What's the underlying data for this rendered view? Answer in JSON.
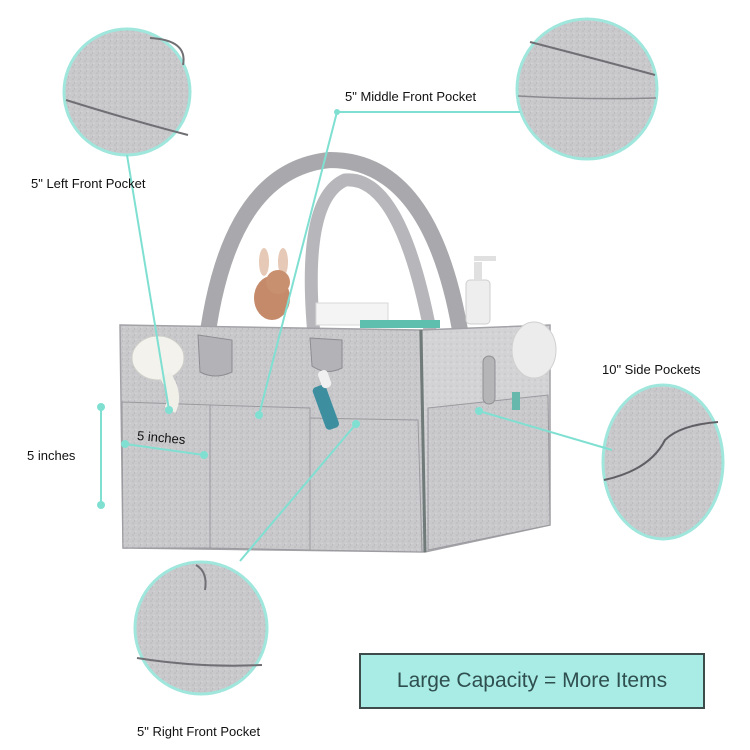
{
  "product": "Felt diaper caddy organizer bag",
  "colors": {
    "accent": "#7fe0d2",
    "felt": "#c9c9cc",
    "felt_dark": "#a7a7ab",
    "capacity_box_fill": "#a9ece6",
    "capacity_box_border": "#3e4b4b",
    "capacity_text": "#2f4f4f"
  },
  "callouts": {
    "left_front_pocket": "5\" Left Front Pocket",
    "middle_front_pocket": "5\" Middle Front Pocket",
    "side_pockets": "10\" Side Pockets",
    "right_front_pocket": "5\" Right Front Pocket"
  },
  "dimensions": {
    "height_label": "5 inches",
    "width_label": "5 inches"
  },
  "banner": {
    "text": "Large Capacity = More Items"
  }
}
